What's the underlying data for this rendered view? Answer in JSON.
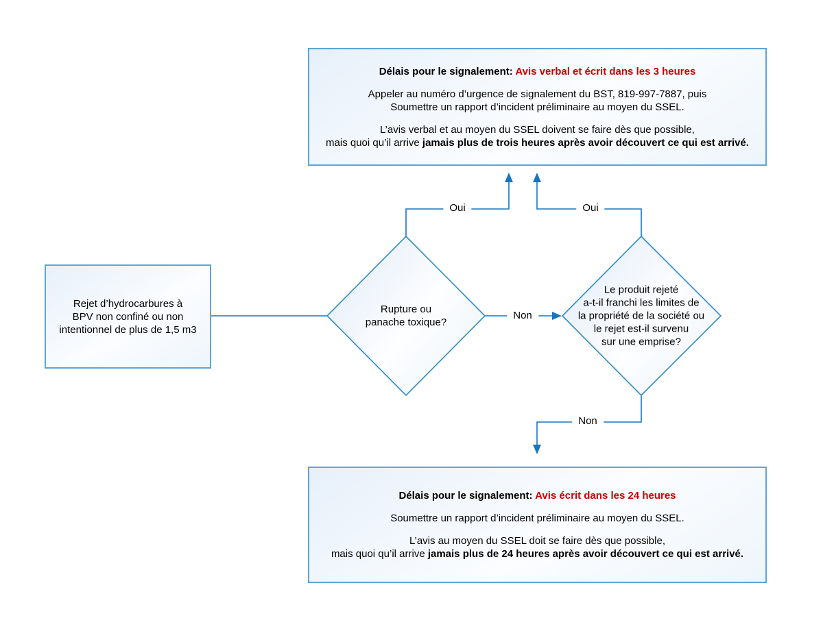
{
  "diagram_title": "Flowchart: signalement de rejet d'hydrocarbures (BST)",
  "colors": {
    "connector_blue": "#1b75bc",
    "diamond_border_blue": "#2e8bc9",
    "box_border_blue": "#5da5d8",
    "fill_light_blue": "#e7f0fa",
    "highlight_red": "#cc0000",
    "text_black": "#000000",
    "background": "#ffffff"
  },
  "start_box": {
    "lines": [
      "Rejet d’hydrocarbures à",
      "BPV non confiné ou non",
      "intentionnel de plus de 1,5 m3"
    ]
  },
  "decision_rupture": {
    "lines": [
      "Rupture ou",
      "panache toxique?"
    ]
  },
  "decision_emprise": {
    "lines": [
      "Le produit rejeté",
      "a-t-il franchi les limites de",
      "la propriété de la société ou",
      "le rejet est-il survenu",
      "sur une emprise?"
    ]
  },
  "edge_labels": {
    "oui_left": "Oui",
    "oui_right": "Oui",
    "non_mid": "Non",
    "non_bottom": "Non"
  },
  "outcome_3_heures": {
    "title_prefix": "Délais pour le signalement: ",
    "title_highlight": "Avis verbal et écrit dans les 3 heures",
    "para1_line1": "Appeler au numéro d’urgence de signalement du BST, 819-997-7887, puis",
    "para1_line2": "Soumettre un rapport d’incident préliminaire au moyen du SSEL.",
    "para2_line1": "L’avis verbal et au moyen du SSEL doivent se faire dès que possible,",
    "para2_line2_prefix": "mais quoi qu’il arrive ",
    "para2_line2_bold": "jamais plus de trois heures après avoir découvert ce qui est arrivé."
  },
  "outcome_24_heures": {
    "title_prefix": "Délais pour le signalement: ",
    "title_highlight": "Avis écrit dans les 24 heures",
    "para1_line1": "Soumettre un rapport d’incident préliminaire au moyen du SSEL.",
    "para2_line1": "L’avis au moyen du SSEL doit se faire dès que possible,",
    "para2_line2_prefix": "mais quoi qu’il arrive ",
    "para2_line2_bold": "jamais plus de 24 heures après avoir découvert ce qui est arrivé."
  }
}
